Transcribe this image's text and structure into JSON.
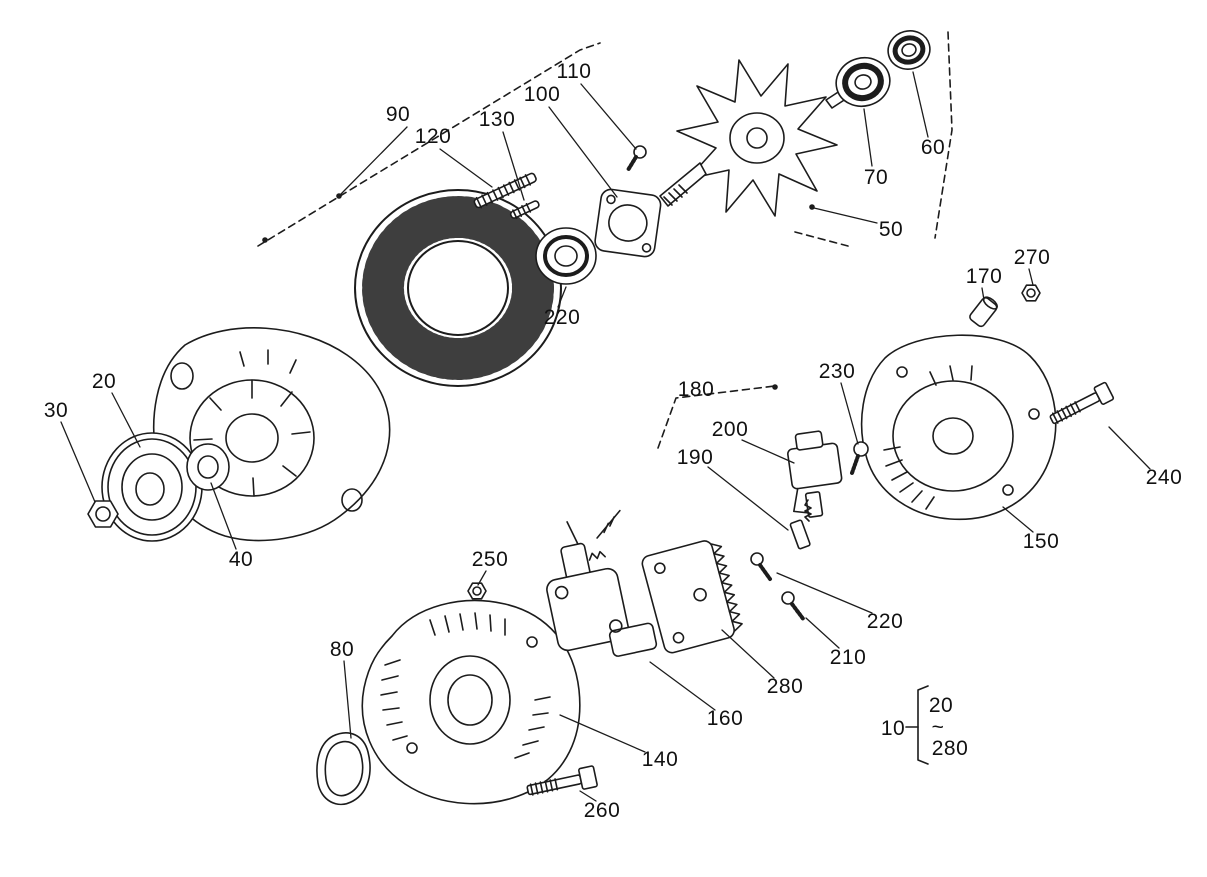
{
  "figure": {
    "type": "exploded-parts-diagram",
    "subject": "Alternator assembly exploded view",
    "background_color": "#ffffff",
    "line_color": "#1c1c1c"
  },
  "labels": [
    {
      "part": "stator-group",
      "text": "90"
    },
    {
      "part": "through-bolt",
      "text": "120"
    },
    {
      "part": "screw-small",
      "text": "130"
    },
    {
      "part": "bearing-retainer-plate",
      "text": "100"
    },
    {
      "part": "retainer-screw",
      "text": "110"
    },
    {
      "part": "slip-ring",
      "text": "60"
    },
    {
      "part": "rear-bearing",
      "text": "70"
    },
    {
      "part": "rotor-group",
      "text": "50"
    },
    {
      "part": "nut-small",
      "text": "270"
    },
    {
      "part": "spacer",
      "text": "170"
    },
    {
      "part": "front-bearing",
      "text": "220"
    },
    {
      "part": "pulley",
      "text": "20"
    },
    {
      "part": "regulator-screw",
      "text": "230"
    },
    {
      "part": "regulator-group",
      "text": "180"
    },
    {
      "part": "pulley-nut",
      "text": "30"
    },
    {
      "part": "regulator",
      "text": "200"
    },
    {
      "part": "brush",
      "text": "190"
    },
    {
      "part": "cover-bolt",
      "text": "240"
    },
    {
      "part": "rear-cover",
      "text": "150"
    },
    {
      "part": "collar",
      "text": "40"
    },
    {
      "part": "nut",
      "text": "250"
    },
    {
      "part": "screw",
      "text": "220"
    },
    {
      "part": "screw",
      "text": "210"
    },
    {
      "part": "o-ring",
      "text": "80"
    },
    {
      "part": "rectifier",
      "text": "280"
    },
    {
      "part": "brush-holder",
      "text": "160"
    },
    {
      "part": "rear-housing",
      "text": "140"
    },
    {
      "part": "housing-bolt",
      "text": "260"
    }
  ],
  "assembly_note": {
    "assembly_id": "10",
    "range_from": "20",
    "range_symbol": "~",
    "range_to": "280"
  }
}
